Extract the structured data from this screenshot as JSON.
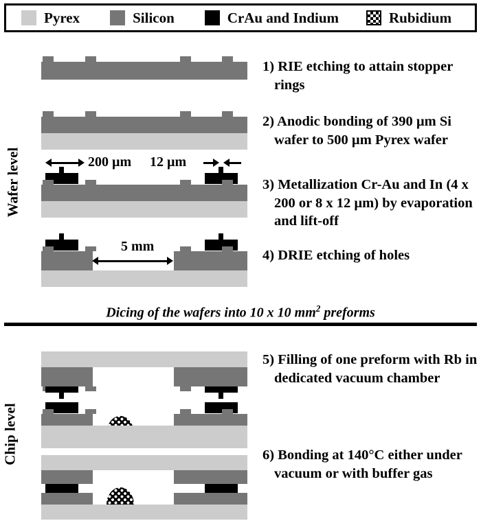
{
  "legend": {
    "items": [
      {
        "label": "Pyrex",
        "icon": "pyrex-swatch",
        "color": "#cccccc"
      },
      {
        "label": "Silicon",
        "icon": "silicon-swatch",
        "color": "#767676"
      },
      {
        "label": "CrAu and Indium",
        "icon": "metal-swatch",
        "color": "#000000"
      },
      {
        "label": "Rubidium",
        "icon": "rubidium-swatch",
        "color": "#ffffff"
      }
    ]
  },
  "rails": {
    "wafer_level": "Wafer level",
    "chip_level": "Chip level"
  },
  "steps": [
    {
      "number": "1)",
      "text": "1) RIE etching to attain stopper rings"
    },
    {
      "number": "2)",
      "text": "2) Anodic bonding of 390 µm Si wafer to 500 µm Pyrex wafer"
    },
    {
      "number": "3)",
      "text": "3) Metallization Cr-Au and In (4 x 200 or 8 x 12 µm) by evaporation and lift-off"
    },
    {
      "number": "4)",
      "text": "4) DRIE etching of holes"
    },
    {
      "number": "5)",
      "text": "5) Filling of one preform with Rb in dedicated vacuum chamber"
    },
    {
      "number": "6)",
      "text": "6) Bonding at 140°C either under vacuum or with buffer gas"
    }
  ],
  "dimensions": {
    "metal_width": "200 µm",
    "metal_thickness": "12 µm",
    "hole_spacing": "5 mm"
  },
  "divider": {
    "prefix": "Dicing of the wafers into 10 x 10 mm",
    "superscript": "2",
    "suffix": " preforms"
  }
}
